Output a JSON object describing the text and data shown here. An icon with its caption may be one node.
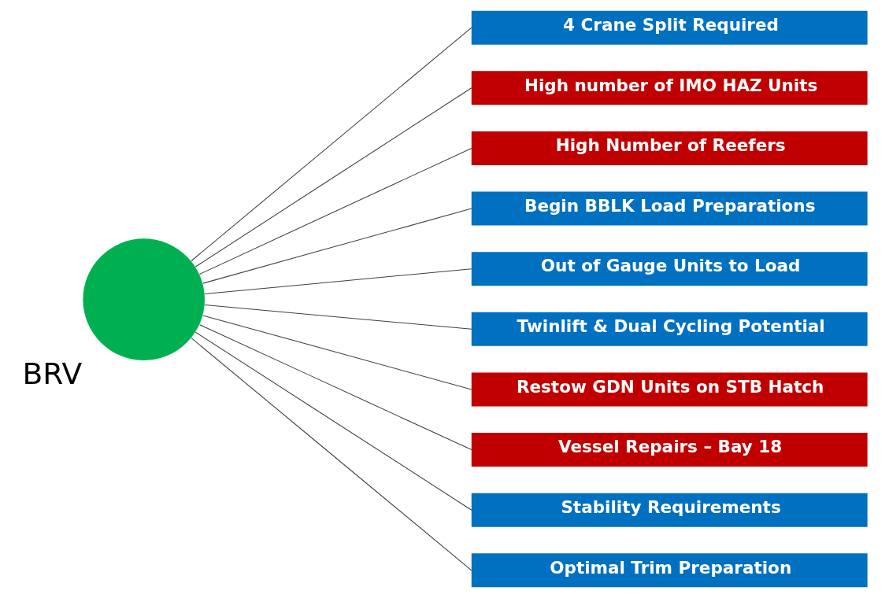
{
  "diagram": {
    "nodes": [
      {
        "text": [],
        "shape": "circle",
        "beside": [
          "BRV"
        ]
      },
      {
        "text": [
          "4 Crane Split Required"
        ]
      },
      {
        "text": [
          "High number of IMO HAZ Units"
        ]
      },
      {
        "text": [
          "High Number of Reefers"
        ]
      },
      {
        "text": [
          "Begin BBLK Load Preparations"
        ]
      },
      {
        "text": [
          "Out of Gauge Units to Load"
        ]
      },
      {
        "text": [
          "Twinlift & Dual Cycling Potential"
        ]
      },
      {
        "text": [
          "Restow GDN Units on STB Hatch"
        ]
      },
      {
        "text": [
          "Vessel Repairs – Bay 18"
        ]
      },
      {
        "text": [
          "Stability Requirements"
        ]
      },
      {
        "text": [
          "Optimal Trim Preparation"
        ]
      }
    ],
    "edges": [
      {
        "from": 0,
        "to": 1,
        "arrow": "none"
      },
      {
        "from": 0,
        "to": 2,
        "arrow": "none"
      },
      {
        "from": 0,
        "to": 3,
        "arrow": "none"
      },
      {
        "from": 0,
        "to": 4,
        "arrow": "none"
      },
      {
        "from": 0,
        "to": 5,
        "arrow": "none"
      },
      {
        "from": 0,
        "to": 6,
        "arrow": "none"
      },
      {
        "from": 0,
        "to": 7,
        "arrow": "none"
      },
      {
        "from": 0,
        "to": 8,
        "arrow": "none"
      },
      {
        "from": 0,
        "to": 9,
        "arrow": "none"
      },
      {
        "from": 0,
        "to": 10,
        "arrow": "none"
      }
    ]
  }
}
